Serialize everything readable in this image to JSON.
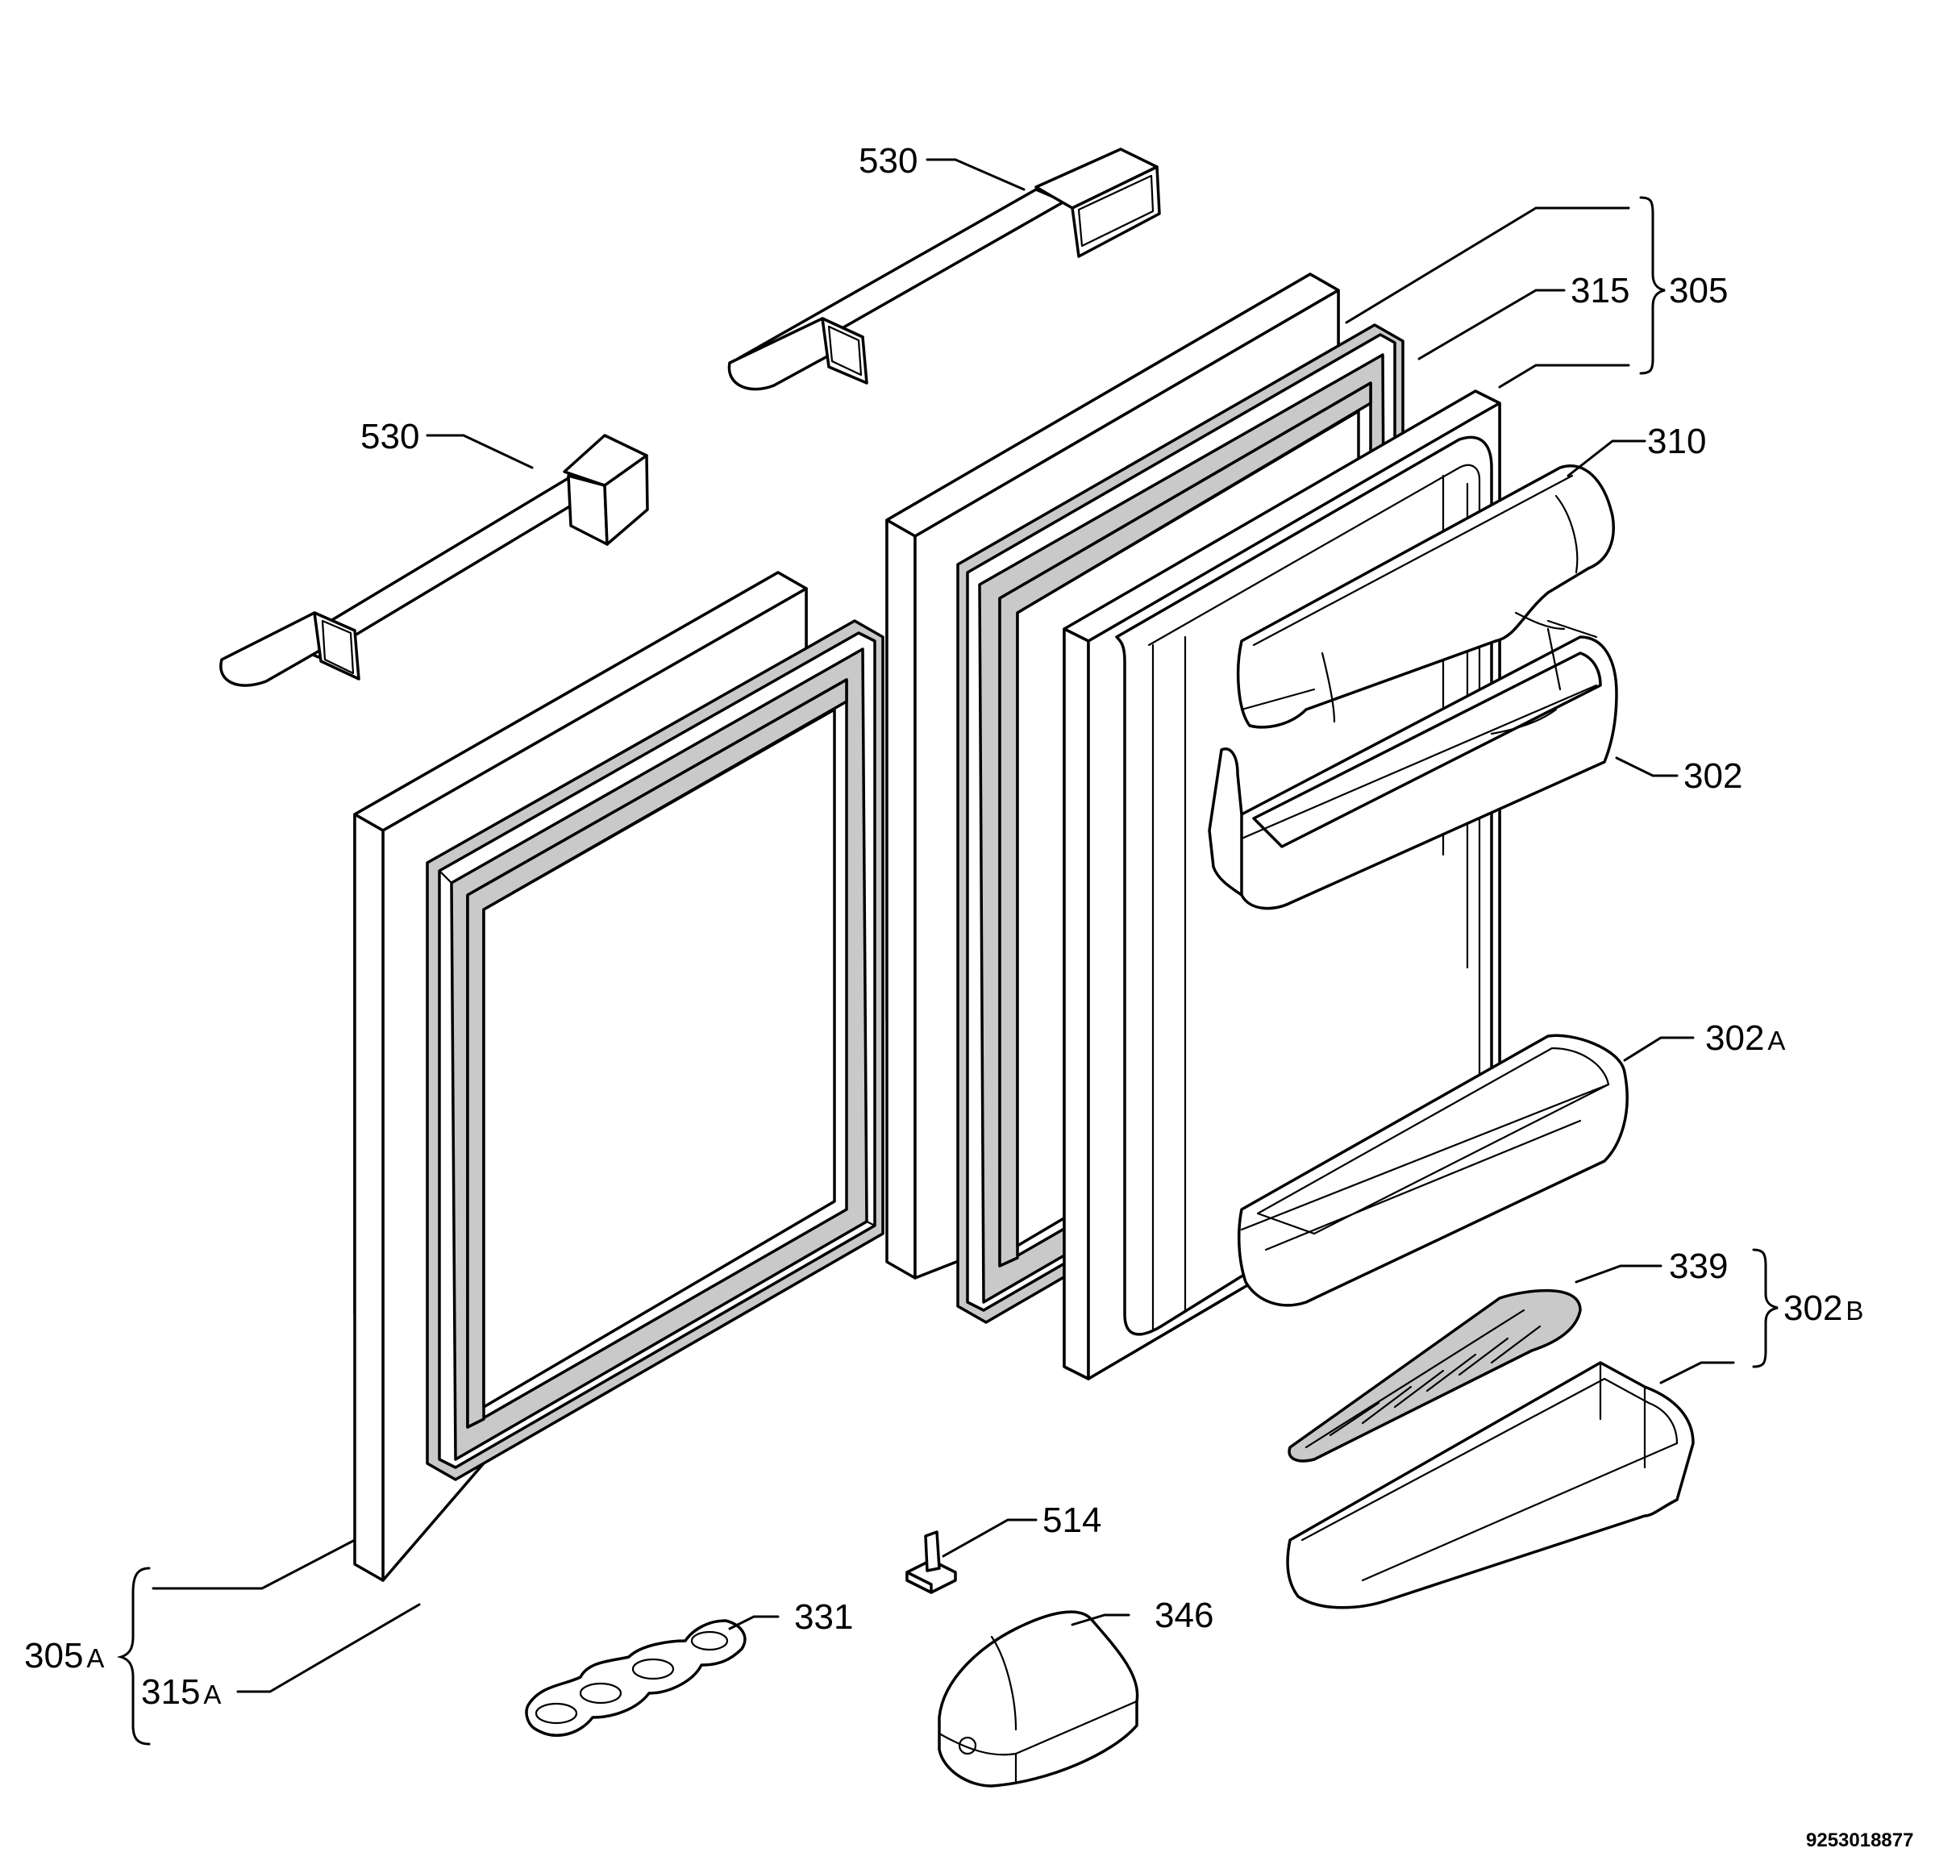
{
  "labels": {
    "handle_top": "530",
    "handle_left": "530",
    "gasket_right": "315",
    "door_right_group": "305",
    "shelf_top": "310",
    "shelf_upper": "302",
    "shelf_middle_main": "302",
    "shelf_middle_sub": "A",
    "shelf_lower_group_main": "302",
    "shelf_lower_group_sub": "B",
    "egg_rack_right": "339",
    "hinge_pin": "514",
    "egg_tray": "331",
    "butter_box": "346",
    "door_left_group_main": "305",
    "door_left_group_sub": "A",
    "gasket_left_main": "315",
    "gasket_left_sub": "A"
  },
  "reference_number": "9253018877"
}
